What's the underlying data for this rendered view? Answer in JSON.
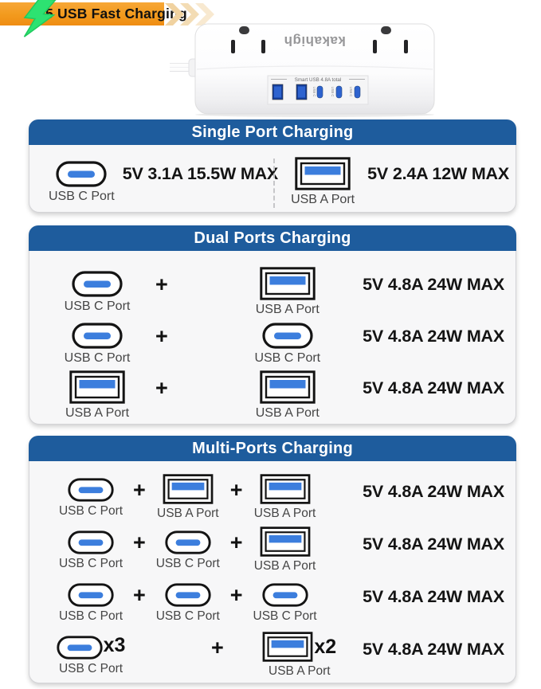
{
  "plus_sign": "+",
  "banner": {
    "label": "5 USB Fast Charging"
  },
  "product": {
    "brand": "kakahigh",
    "panel_label": "Smart USB 4.8A total",
    "port_small_label": "USB C"
  },
  "colors": {
    "header_blue": "#1e5c9d",
    "port_blue": "#3c7edd",
    "usb_dark_blue": "#1c4fae",
    "banner_orange": "#f29a1d",
    "bolt_green": "#2de271",
    "arrow_tan": "#f2d7a8",
    "section_bg": "#f7f7f8"
  },
  "sections": [
    {
      "title": "Single Port Charging",
      "items": [
        {
          "ports": [
            {
              "type": "usbc",
              "label": "USB C Port"
            }
          ],
          "output": "5V 3.1A 15.5W MAX"
        },
        {
          "ports": [
            {
              "type": "usba",
              "label": "USB A Port"
            }
          ],
          "output": "5V 2.4A 12W MAX"
        }
      ]
    },
    {
      "title": "Dual Ports Charging",
      "rows": [
        {
          "ports": [
            {
              "type": "usbc",
              "label": "USB C Port"
            },
            {
              "type": "usba",
              "label": "USB A Port"
            }
          ],
          "output": "5V 4.8A 24W MAX"
        },
        {
          "ports": [
            {
              "type": "usbc",
              "label": "USB C Port"
            },
            {
              "type": "usbc",
              "label": "USB C Port"
            }
          ],
          "output": "5V 4.8A 24W MAX"
        },
        {
          "ports": [
            {
              "type": "usba",
              "label": "USB A Port"
            },
            {
              "type": "usba",
              "label": "USB A Port"
            }
          ],
          "output": "5V 4.8A 24W MAX"
        }
      ]
    },
    {
      "title": "Multi-Ports Charging",
      "rows": [
        {
          "ports": [
            {
              "type": "usbc",
              "label": "USB C Port"
            },
            {
              "type": "usba",
              "label": "USB A Port"
            },
            {
              "type": "usba",
              "label": "USB A Port"
            }
          ],
          "output": "5V 4.8A 24W MAX"
        },
        {
          "ports": [
            {
              "type": "usbc",
              "label": "USB C Port"
            },
            {
              "type": "usbc",
              "label": "USB C Port"
            },
            {
              "type": "usba",
              "label": "USB A Port"
            }
          ],
          "output": "5V 4.8A 24W MAX"
        },
        {
          "ports": [
            {
              "type": "usbc",
              "label": "USB C Port"
            },
            {
              "type": "usbc",
              "label": "USB C Port"
            },
            {
              "type": "usbc",
              "label": "USB C Port"
            }
          ],
          "output": "5V 4.8A 24W MAX"
        },
        {
          "ports": [
            {
              "type": "usbc",
              "label": "USB C Port",
              "multiplier": "x3"
            },
            {
              "type": "usba",
              "label": "USB A Port",
              "multiplier": "x2"
            }
          ],
          "output": "5V 4.8A 24W MAX"
        }
      ]
    }
  ]
}
